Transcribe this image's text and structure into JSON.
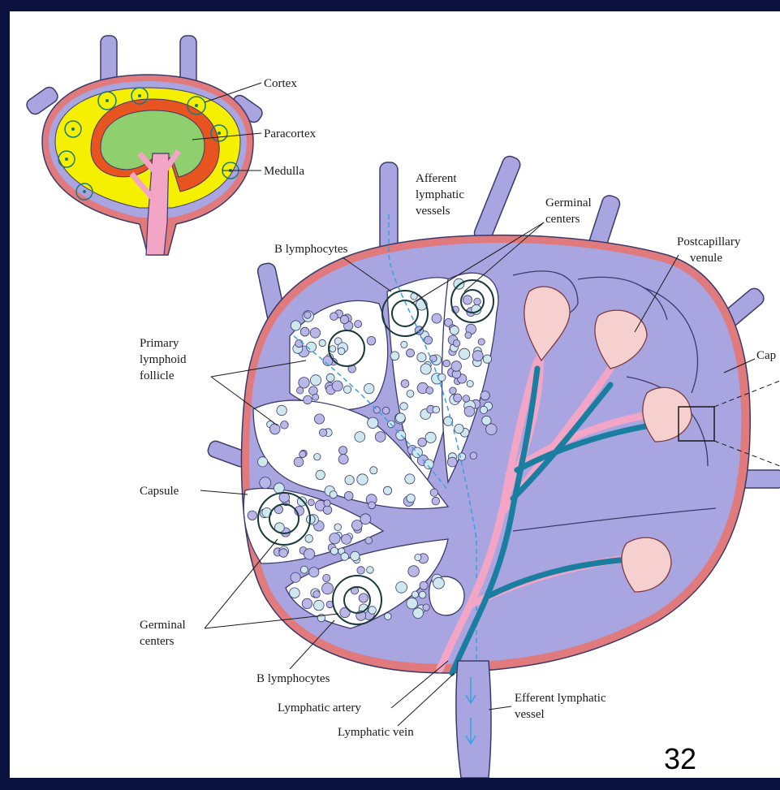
{
  "slide": {
    "page_number": "32"
  },
  "colors": {
    "node": "#a8a5e0",
    "capsule": "#e07a7d",
    "cortex": "#f5f000",
    "paracortex": "#e8541f",
    "medulla": "#8fcf6d",
    "artery": "#f2a5c5",
    "vein": "#1a7ea0",
    "lymph_flow": "#3aa0e0",
    "cell_fill": "#cfe8ee"
  },
  "inset": {
    "labels": {
      "cortex": "Cortex",
      "paracortex": "Paracortex",
      "medulla": "Medulla"
    }
  },
  "main": {
    "labels": {
      "afferent_1": "Afferent",
      "afferent_2": "lymphatic",
      "afferent_3": "vessels",
      "germinal_top_1": "Germinal",
      "germinal_top_2": "centers",
      "b_lymphocytes_top": "B lymphocytes",
      "postcapillary_1": "Postcapillary",
      "postcapillary_2": "venule",
      "capsule_right": "Cap",
      "primary_1": "Primary",
      "primary_2": "lymphoid",
      "primary_3": "follicle",
      "capsule_left": "Capsule",
      "germinal_bottom_1": "Germinal",
      "germinal_bottom_2": "centers",
      "b_lymphocytes_bottom": "B lymphocytes",
      "lymphatic_artery": "Lymphatic artery",
      "lymphatic_vein": "Lymphatic vein",
      "efferent_1": "Efferent lymphatic",
      "efferent_2": "vessel"
    }
  }
}
